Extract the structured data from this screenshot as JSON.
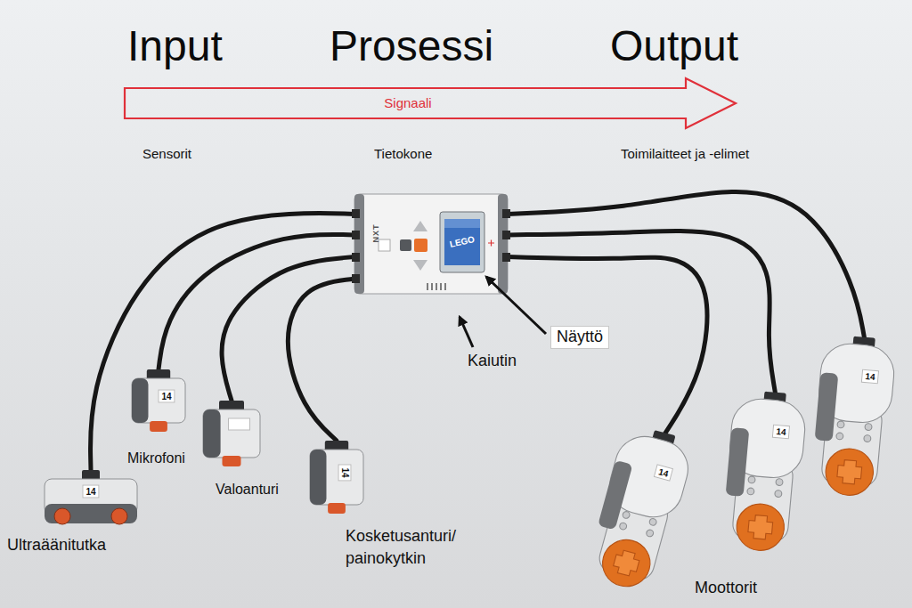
{
  "diagram": {
    "nodes": [
      {
        "text": [
          "Signaali"
        ]
      },
      {
        "text": [
          "NXT",
          "LEGO"
        ]
      },
      {
        "text": [
          "14",
          "Ultraäänitutka"
        ]
      },
      {
        "text": [
          "14",
          "Mikrofoni"
        ]
      },
      {
        "text": [
          "Valoanturi"
        ]
      },
      {
        "text": [
          "14",
          "Kosketusanturi/ painokytkin"
        ]
      },
      {
        "text": [
          "14"
        ]
      },
      {
        "text": [
          "14"
        ]
      },
      {
        "text": [
          "14"
        ]
      }
    ],
    "edges": [
      {
        "from": 2,
        "to": 1,
        "arrow": "none"
      },
      {
        "from": 3,
        "to": 1,
        "arrow": "none"
      },
      {
        "from": 4,
        "to": 1,
        "arrow": "none"
      },
      {
        "from": 5,
        "to": 1,
        "arrow": "none"
      },
      {
        "from": 1,
        "to": 6,
        "arrow": "none"
      },
      {
        "from": 1,
        "to": 7,
        "arrow": "none"
      },
      {
        "from": 1,
        "to": 8,
        "arrow": "none"
      }
    ],
    "labels": [
      "Input",
      "Prosessi",
      "Output",
      "Sensorit",
      "Tietokone",
      "Toimilaitteet ja -elimet",
      "Näyttö",
      "Kaiutin",
      "Moottorit"
    ]
  }
}
